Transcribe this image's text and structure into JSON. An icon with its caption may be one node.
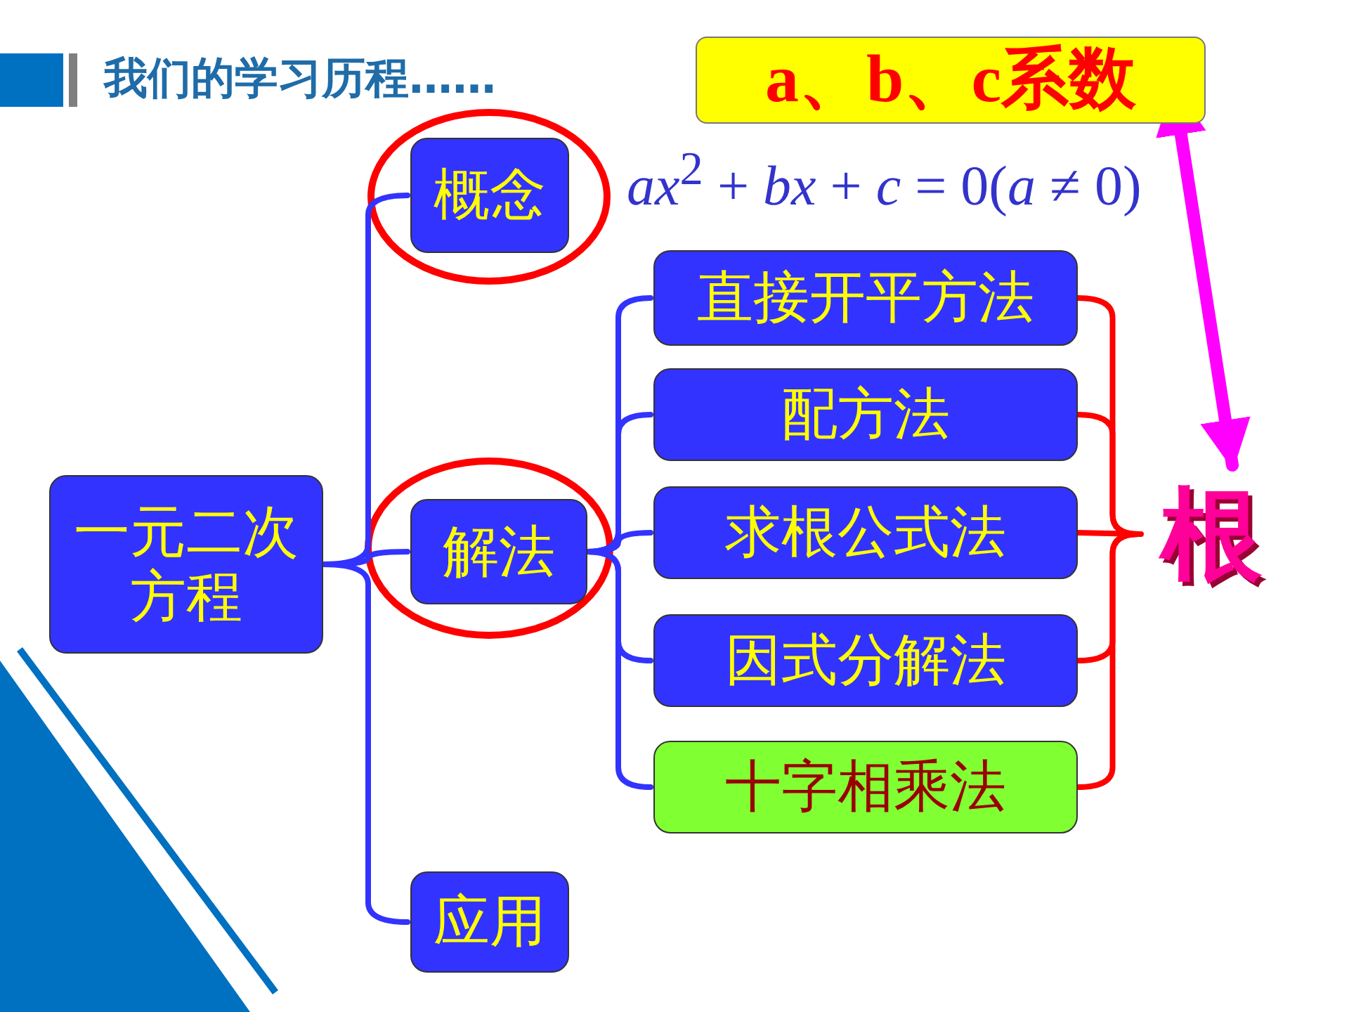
{
  "diagram": {
    "title": "我们的学习历程……",
    "nodes": [
      {
        "text": [
          "一元二次方程"
        ]
      },
      {
        "text": [
          "概念"
        ]
      },
      {
        "text": [
          "解法"
        ]
      },
      {
        "text": [
          "应用"
        ]
      },
      {
        "text": [
          "直接开平方法"
        ]
      },
      {
        "text": [
          "配方法"
        ]
      },
      {
        "text": [
          "求根公式法"
        ]
      },
      {
        "text": [
          "因式分解法"
        ]
      },
      {
        "text": [
          "十字相乘法"
        ]
      },
      {
        "text": [
          "根"
        ]
      },
      {
        "text": [
          "a、b、c系数"
        ]
      }
    ],
    "edges": [
      {
        "from": 0,
        "to": 1,
        "arrow": "none"
      },
      {
        "from": 0,
        "to": 2,
        "arrow": "none"
      },
      {
        "from": 0,
        "to": 3,
        "arrow": "none"
      },
      {
        "from": 2,
        "to": 4,
        "arrow": "none"
      },
      {
        "from": 2,
        "to": 5,
        "arrow": "none"
      },
      {
        "from": 2,
        "to": 6,
        "arrow": "none"
      },
      {
        "from": 2,
        "to": 7,
        "arrow": "none"
      },
      {
        "from": 2,
        "to": 8,
        "arrow": "none"
      },
      {
        "from": 4,
        "to": 9,
        "arrow": "none",
        "color": "#ff0000"
      },
      {
        "from": 5,
        "to": 9,
        "arrow": "none",
        "color": "#ff0000"
      },
      {
        "from": 6,
        "to": 9,
        "arrow": "none",
        "color": "#ff0000"
      },
      {
        "from": 7,
        "to": 9,
        "arrow": "none",
        "color": "#ff0000"
      },
      {
        "from": 8,
        "to": 9,
        "arrow": "none",
        "color": "#ff0000"
      },
      {
        "from": 10,
        "to": 9,
        "arrow": "both",
        "style": "thick",
        "color": "#ff00ff"
      }
    ],
    "labels": [
      "*ax*$^{2}$ + *bx* + *c* = 0(*a* ≠ 0)"
    ]
  }
}
